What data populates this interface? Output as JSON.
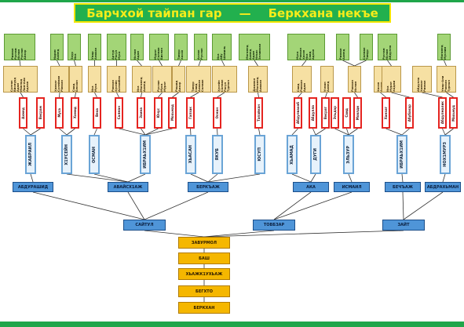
{
  "title": {
    "left": "Барчхой тайпан гар",
    "dash": "—",
    "right": "Беркхана некъе"
  },
  "gold_chain": [
    "ЗАВУРМОЛ",
    "БАШ",
    "ХЬАЖК1УХЬАЖ",
    "БЕГХТО",
    "БЕРКХАН"
  ],
  "level2": [
    "САЙТУЛ",
    "ТОВБЗАР",
    "ЗАЙТ"
  ],
  "level3": [
    "АБДУРАШИД",
    "АВАЙСХ1АЖ",
    "БЕРКЪАЖ",
    "АКА",
    "ИСМАИЛ",
    "БЕЧЪАЖ",
    "АБДРАХЬМАН"
  ],
  "level4": [
    "ЖАБРАИЛ",
    "Х1УСЕЙН",
    "ОСМАН",
    "ИБРАЬХ1ИМ",
    "ХЬАСАН",
    "ЯКУБ",
    "ЮСУП",
    "ХЬАМАД",
    "ДУГИ",
    "ЭЛЬЗУР",
    "ИБРАЬХ1ИМ",
    "НОХ1МУРЗ"
  ],
  "level5": [
    "Ахмед",
    "Висрам",
    "Муса",
    "Хамид",
    "Веха",
    "Салман",
    "Заина",
    "Юнус",
    "Мохьмад",
    "Гапзак",
    "Осман",
    "Тапайкан",
    "Абдулвахаб",
    "Абдулла",
    "Висрат",
    "Эльдар",
    "Саид",
    "Мовлди",
    "Хамзат",
    "Абубакар",
    "Абдулмалик",
    "Махьмуд"
  ],
  "level6": [
    [
      "Султан",
      "Висмурд",
      "Адам",
      "Мовлад",
      "Лом-Али",
      "Адлан"
    ],
    [
      "Хамзат",
      "Сулейман",
      "Рамзан"
    ],
    [
      "Саид",
      "Бекхан"
    ],
    [
      "Иса",
      "Муса"
    ],
    [
      "Рамзан",
      "Хусейн",
      "Асламбек"
    ],
    [
      "Иса",
      "Магомед",
      "Ахмед"
    ],
    [
      "Руслан",
      "Муса",
      "Мурат"
    ],
    [
      "Рашид",
      "Анзор"
    ],
    [
      "Тимур",
      "Саид",
      "Алихан",
      "Салман"
    ],
    [
      "Хусейн",
      "Салман",
      "Расул",
      "Турпал"
    ],
    [
      "Джамал",
      "Магомед",
      "Алихан"
    ],
    [
      "Саид",
      "Рамзан",
      "Адам"
    ],
    [
      "Усман",
      "Ахмед"
    ],
    [
      "Рамзан",
      "Ислам"
    ],
    [
      "Хасан",
      "Аслан"
    ],
    [
      "Иса",
      "Мурат",
      "Хаджи"
    ],
    [
      "Абдулла",
      "Хамзат",
      "Ризван"
    ],
    [
      "Умар-Али",
      "Рамзан",
      "Турпал"
    ]
  ],
  "level7": [
    [
      "Ризван",
      "Рустам",
      "Ислам",
      "Руслан",
      "Анзор"
    ],
    [
      "Идрис",
      "Ахмед"
    ],
    [
      "Заур",
      "Иса"
    ],
    [
      "Умар",
      "Алихан"
    ],
    [
      "Артур",
      "Расул",
      "Муса"
    ],
    [
      "Ислам",
      "Адам"
    ],
    [
      "Мурат",
      "Салман",
      "Бислан"
    ],
    [
      "Тимур",
      "Хасан"
    ],
    [
      "Аслан",
      "Руслан"
    ],
    [
      "Иса",
      "Абу",
      "Шамиль"
    ],
    [
      "Магомед",
      "Ахмед",
      "Адам",
      "Ильяс",
      "Зелимхан"
    ],
    [
      "Муса",
      "Рамзан",
      "Хасан",
      "Иса",
      "Саид",
      "Адлан"
    ],
    [
      "Ризван",
      "Ахмед"
    ],
    [
      "Салман",
      "Тимур"
    ],
    [
      "Рустам",
      "Ислам",
      "Абдулла"
    ],
    [
      "Магомед",
      "Муслим"
    ]
  ]
}
